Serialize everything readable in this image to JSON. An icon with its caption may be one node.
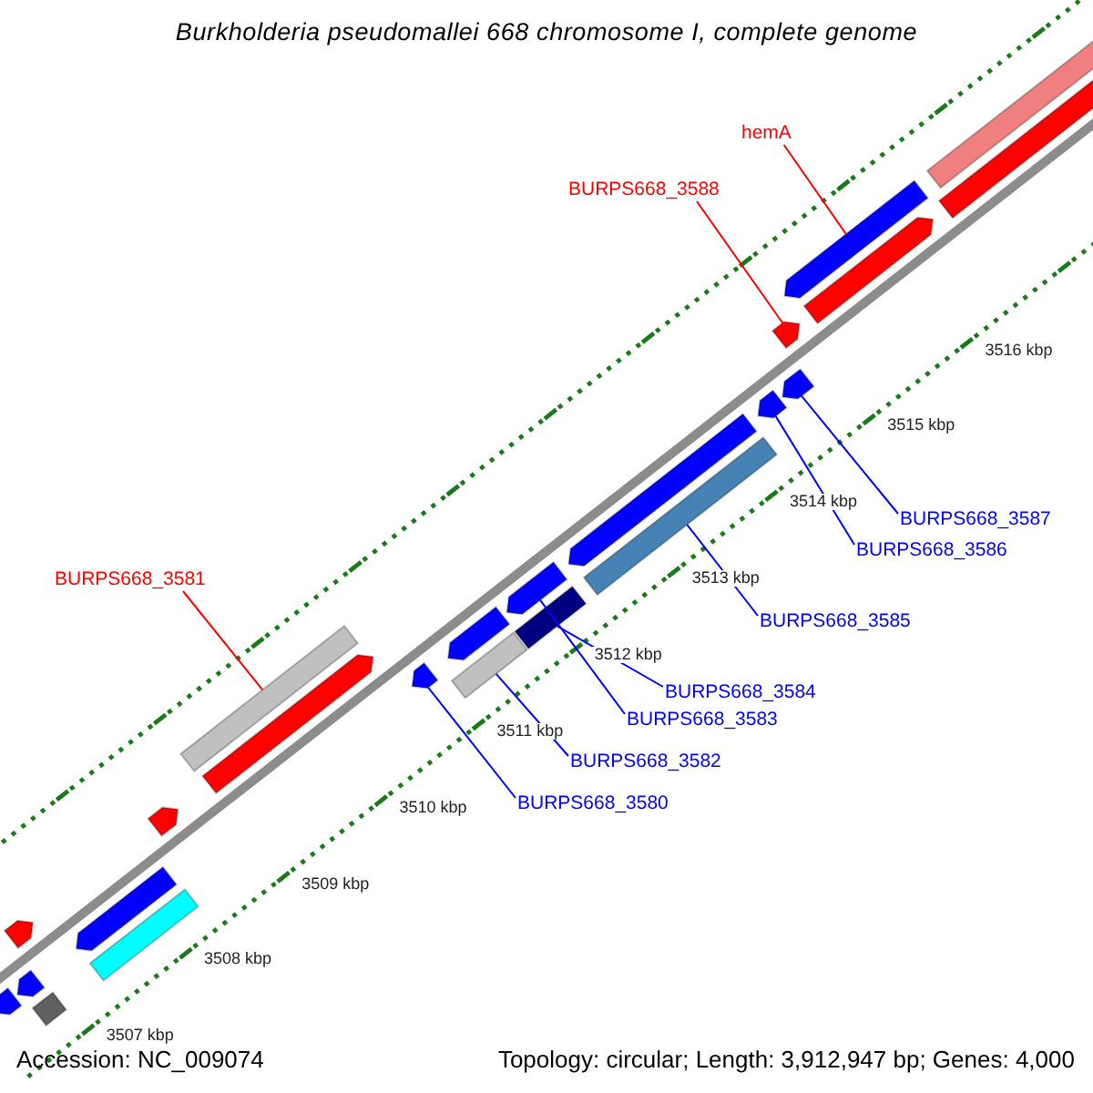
{
  "diagram": {
    "title": "Burkholderia pseudomallei 668 chromosome I, complete genome",
    "nodes": [
      {
        "text": [
          "hemA"
        ]
      },
      {
        "text": [
          "BURPS668_3588"
        ]
      },
      {
        "text": [
          "BURPS668_3581"
        ]
      },
      {
        "text": [
          "BURPS668_3587"
        ]
      },
      {
        "text": [
          "BURPS668_3586"
        ]
      },
      {
        "text": [
          "BURPS668_3585"
        ]
      },
      {
        "text": [
          "BURPS668_3584"
        ]
      },
      {
        "text": [
          "BURPS668_3583"
        ]
      },
      {
        "text": [
          "BURPS668_3582"
        ]
      },
      {
        "text": [
          "BURPS668_3580"
        ]
      },
      {
        "text": [],
        "shape": "arrow"
      },
      {
        "text": [],
        "shape": "arrow"
      },
      {
        "text": [],
        "shape": "bar"
      },
      {
        "text": [],
        "shape": "arrow"
      },
      {
        "text": [],
        "shape": "arrow"
      },
      {
        "text": [],
        "shape": "bar"
      },
      {
        "text": [],
        "shape": "bar"
      },
      {
        "text": [],
        "shape": "arrow"
      },
      {
        "text": [],
        "shape": "bar"
      },
      {
        "text": [],
        "shape": "arrow"
      }
    ],
    "edges": [
      {
        "from": 0,
        "to": 10,
        "arrow": "none",
        "color": "#ff0000"
      },
      {
        "from": 1,
        "to": 11,
        "arrow": "none",
        "color": "#ff0000"
      },
      {
        "from": 2,
        "to": 12,
        "arrow": "none",
        "color": "#ff0000"
      },
      {
        "from": 3,
        "to": 13,
        "arrow": "none"
      },
      {
        "from": 4,
        "to": 14,
        "arrow": "none"
      },
      {
        "from": 5,
        "to": 15,
        "arrow": "none"
      },
      {
        "from": 6,
        "to": 16,
        "arrow": "none"
      },
      {
        "from": 7,
        "to": 17,
        "arrow": "none"
      },
      {
        "from": 8,
        "to": 18,
        "arrow": "none"
      },
      {
        "from": 9,
        "to": 19,
        "arrow": "none"
      }
    ],
    "labels": [
      "3516 kbp",
      "3515 kbp",
      "3514 kbp",
      "3513 kbp",
      "3512 kbp",
      "3511 kbp",
      "3510 kbp",
      "3509 kbp",
      "3508 kbp",
      "3507 kbp",
      "Accession: NC_009074",
      "Topology: circular; Length: 3,912,947 bp; Genes: 4,000"
    ]
  }
}
